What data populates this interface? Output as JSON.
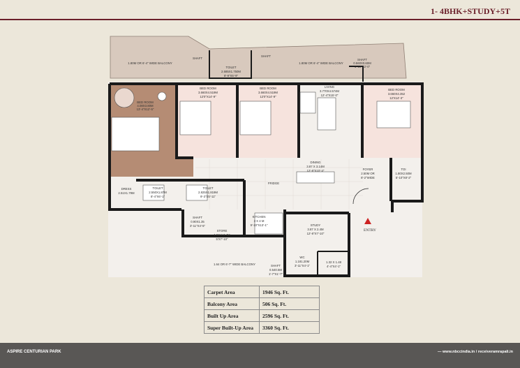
{
  "title": "1- 4BHK+STUDY+5T",
  "rooms": {
    "balcony_left": "1.80M OR 6'-4\" WIDE BALCONY",
    "shaft_a": "SHAFT",
    "shaft_b": "SHAFT",
    "toilet_top": "TOILET",
    "toilet_top_dim": "2.685X1.750M",
    "toilet_top_ft": "8'-9\"X5'-9\"",
    "balcony_mid": "1.80M OR 6'-4\" WIDE BALCONY",
    "shaft_c": "SHAFT",
    "shaft_c_dim": "0.560X0.60M",
    "shaft_c_ft": "1'-10\"X2'-0\"",
    "bedroom1": "BED ROOM",
    "bedroom1_dim": "4.08X3.80M",
    "bedroom1_ft": "13'-4\"X12'-5\"",
    "bedroom2": "BED ROOM",
    "bedroom2_dim": "3.660X4.519M",
    "bedroom2_ft": "12'0\"X14'-9\"",
    "bedroom3": "BED ROOM",
    "bedroom3_dim": "3.660X4.519M",
    "bedroom3_ft": "12'0\"X14'-9\"",
    "living": "LIVING",
    "living_dim": "3.770X4.574M",
    "living_ft": "12'-4\"X15'-0\"",
    "bedroom4": "BED ROOM",
    "bedroom4_dim": "3.660X4.352",
    "bedroom4_ft": "12'X14'-3\"",
    "dining": "DINING",
    "dining_dim": "3.87 X 3.14M",
    "dining_ft": "12'-8\"X10'-4\"",
    "foyer": "FOYER",
    "foyer_dim": "2.50M OR",
    "foyer_ft": "8'-2\"WIDE",
    "toilet_right": "TOI",
    "toilet_right_dim": "1.80X2.50M",
    "toilet_right_ft": "5'-10\"X8'-2\"",
    "dress": "DRESS",
    "dress_dim": "2.51X1.79M",
    "toilet_a": "TOILET",
    "toilet_a_dim": "2.550X1.87M",
    "toilet_a_ft": "8'-4\"X6'-1\"",
    "toilet_b": "TOILET",
    "toilet_b_dim": "2.825X1.819M",
    "toilet_b_ft": "9'-3\"X5'-11\"",
    "fridge": "FRIDGE",
    "shaft_d": "SHAFT",
    "shaft_d_dim": "0.90X1.35",
    "shaft_d_ft": "3'-11\"X4'-5\"",
    "kitchen": "KITCHEN",
    "kitchen_dim": "3 X 4 M",
    "kitchen_ft": "9'-10\"X13'-1\"",
    "store": "STORE",
    "store_dim": "1.53 X 2.4M",
    "store_ft": "5'X7'-10\"",
    "study": "STUDY",
    "study_dim": "3.87 X 2.4M",
    "study_ft": "12'-8\"X7'-10\"",
    "balcony_bottom": "1.64 OR 6'-7\" WIDE BALCONY",
    "shaft_e": "SHAFT",
    "shaft_e_dim": "0.540.5M",
    "shaft_e_ft": "1'-7\"X1'-7\"",
    "wc": "WC",
    "wc_dim": "1.181.20M",
    "wc_ft": "3'-11\"X4'-1\"",
    "closet": "1.32 X 1.48",
    "closet_ft": "4'-4\"X4'-1\""
  },
  "entry_label": "ENTRY",
  "area_table": [
    {
      "label": "Carpet Area",
      "value": "1946 Sq. Ft."
    },
    {
      "label": "Balcony Area",
      "value": "506 Sq. Ft."
    },
    {
      "label": "Built Up Area",
      "value": "2596 Sq. Ft."
    },
    {
      "label": "Super Built-Up Area",
      "value": "3360 Sq. Ft."
    }
  ],
  "footer": {
    "project": "ASPIRE CENTURIAN PARK",
    "links": "— www.nbccindia.in / receiveramrapali.in"
  },
  "colors": {
    "wall": "#1a1a1a",
    "floor": "#f3f0ec",
    "wood": "#b58c74",
    "balcony": "#d8c9bd",
    "accent": "#6b1f2a",
    "entry_marker": "#cc2222"
  }
}
